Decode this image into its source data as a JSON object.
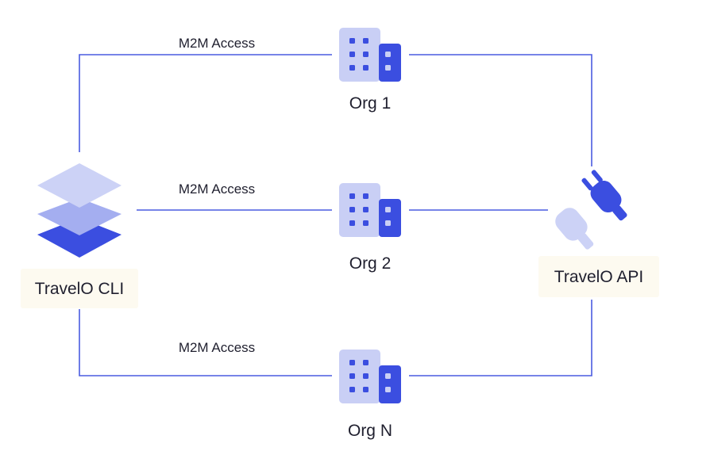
{
  "colors": {
    "line": "#4a5ce0",
    "building_light": "#c9cff5",
    "building_dark": "#3b4ee0",
    "label_bg": "#fdfaf0",
    "text": "#1f1f2e"
  },
  "cli": {
    "label": "TravelO CLI",
    "icon": "layers-stack-icon"
  },
  "api": {
    "label": "TravelO API",
    "icon": "plug-connector-icon"
  },
  "orgs": [
    {
      "label": "Org 1",
      "edge_label": "M2M Access",
      "icon": "building-icon"
    },
    {
      "label": "Org 2",
      "edge_label": "M2M Access",
      "icon": "building-icon"
    },
    {
      "label": "Org N",
      "edge_label": "M2M Access",
      "icon": "building-icon"
    }
  ]
}
